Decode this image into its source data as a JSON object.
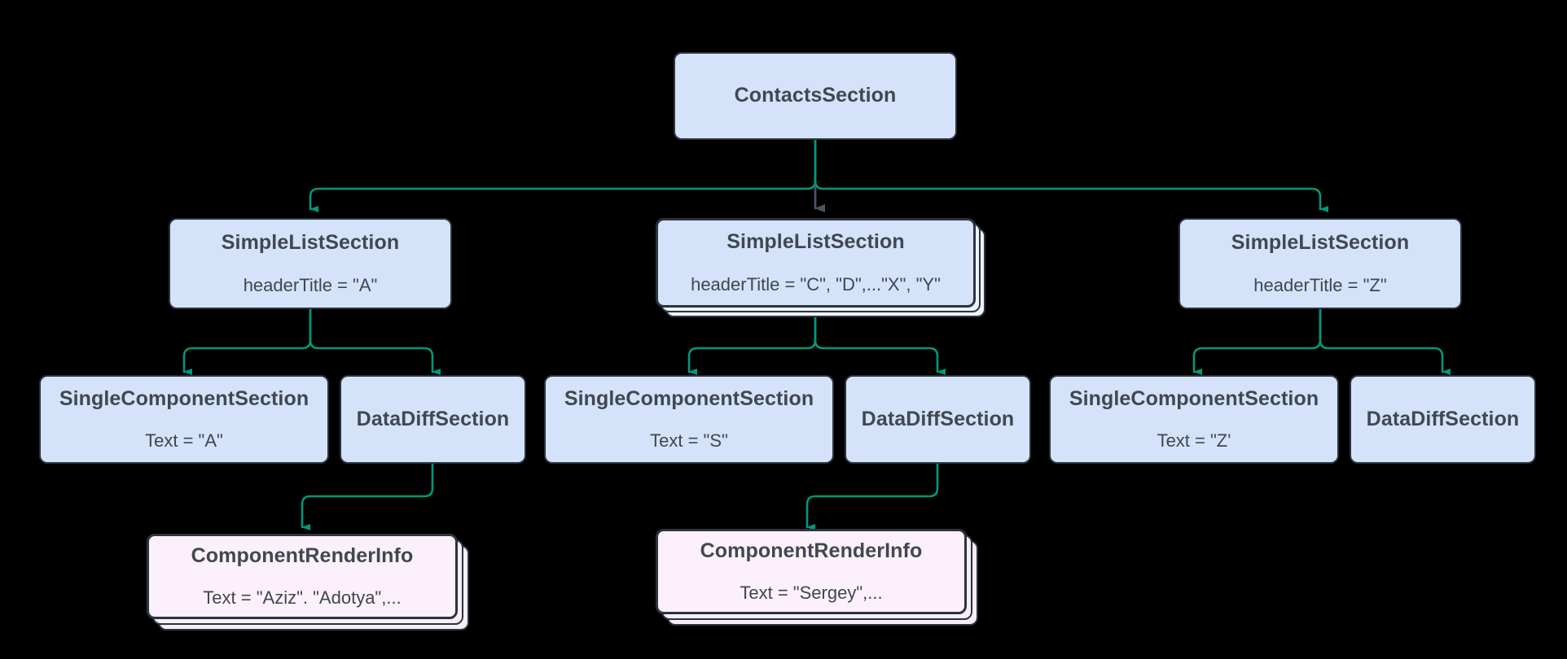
{
  "diagram": {
    "kind": "flowchart",
    "background": "#000000",
    "palette": {
      "node_blue_fill": "#d4e3f9",
      "node_pink_fill": "#fcf0fa",
      "node_border": "#2b3440",
      "edge_teal": "#009879",
      "edge_gray": "#4a5462",
      "title_text": "#404850",
      "sub_text": "#3f4750"
    },
    "nodes": [
      {
        "id": "root",
        "title": "ContactsSection",
        "sub": "",
        "fill": "node_blue_fill",
        "stacked": false
      },
      {
        "id": "list-a",
        "title": "SimpleListSection",
        "sub": "headerTitle = \"A\"",
        "fill": "node_blue_fill",
        "stacked": false
      },
      {
        "id": "list-mid",
        "title": "SimpleListSection",
        "sub": "headerTitle = \"C\", \"D\",...\"X\", \"Y\"",
        "fill": "node_blue_fill",
        "stacked": true
      },
      {
        "id": "list-z",
        "title": "SimpleListSection",
        "sub": "headerTitle = \"Z\"",
        "fill": "node_blue_fill",
        "stacked": false
      },
      {
        "id": "single-a",
        "title": "SingleComponentSection",
        "sub": "Text = \"A\"",
        "fill": "node_blue_fill",
        "stacked": false
      },
      {
        "id": "diff-a",
        "title": "DataDiffSection",
        "sub": "",
        "fill": "node_blue_fill",
        "stacked": false
      },
      {
        "id": "single-s",
        "title": "SingleComponentSection",
        "sub": "Text = \"S\"",
        "fill": "node_blue_fill",
        "stacked": false
      },
      {
        "id": "diff-s",
        "title": "DataDiffSection",
        "sub": "",
        "fill": "node_blue_fill",
        "stacked": false
      },
      {
        "id": "single-z",
        "title": "SingleComponentSection",
        "sub": "Text = \"Z'",
        "fill": "node_blue_fill",
        "stacked": false
      },
      {
        "id": "diff-z",
        "title": "DataDiffSection",
        "sub": "",
        "fill": "node_blue_fill",
        "stacked": false
      },
      {
        "id": "render-left",
        "title": "ComponentRenderInfo",
        "sub": "Text = \"Aziz\". \"Adotya\",...",
        "fill": "node_pink_fill",
        "stacked": true
      },
      {
        "id": "render-mid",
        "title": "ComponentRenderInfo",
        "sub": "Text = \"Sergey\",...",
        "fill": "node_pink_fill",
        "stacked": true
      }
    ],
    "edges": [
      {
        "from": "root",
        "to": "list-a",
        "color": "edge_teal"
      },
      {
        "from": "root",
        "to": "list-mid",
        "color": "edge_gray"
      },
      {
        "from": "root",
        "to": "list-z",
        "color": "edge_teal"
      },
      {
        "from": "list-a",
        "to": "single-a",
        "color": "edge_teal"
      },
      {
        "from": "list-a",
        "to": "diff-a",
        "color": "edge_teal"
      },
      {
        "from": "list-mid",
        "to": "single-s",
        "color": "edge_teal"
      },
      {
        "from": "list-mid",
        "to": "diff-s",
        "color": "edge_teal"
      },
      {
        "from": "list-z",
        "to": "single-z",
        "color": "edge_teal"
      },
      {
        "from": "list-z",
        "to": "diff-z",
        "color": "edge_teal"
      },
      {
        "from": "diff-a",
        "to": "render-left",
        "color": "edge_teal"
      },
      {
        "from": "diff-s",
        "to": "render-mid",
        "color": "edge_teal"
      }
    ]
  }
}
